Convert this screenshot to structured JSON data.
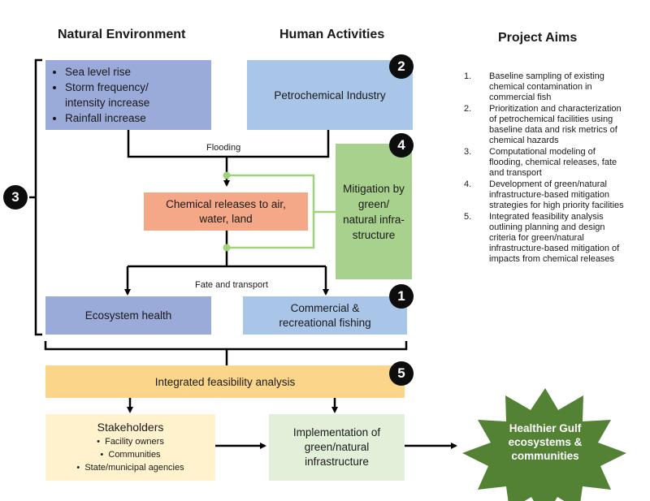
{
  "headers": {
    "natural_environment": "Natural Environment",
    "human_activities": "Human Activities",
    "project_aims": "Project Aims"
  },
  "natural_box": {
    "items": [
      "Sea level rise",
      "Storm frequency/ intensity increase",
      "Rainfall increase"
    ]
  },
  "petrochemical_box": "Petrochemical Industry",
  "flooding_label": "Flooding",
  "chemical_releases_box": "Chemical releases to air, water, land",
  "mitigation_box": "Mitigation by green/ natural infra-structure",
  "fate_label": "Fate and transport",
  "ecosystem_box": "Ecosystem health",
  "fishing_box": "Commercial & recreational fishing",
  "feasibility_box": "Integrated feasibility analysis",
  "stakeholders": {
    "title": "Stakeholders",
    "items": [
      "Facility owners",
      "Communities",
      "State/municipal agencies"
    ]
  },
  "implementation_box": "Implementation of green/natural infrastructure",
  "outcome_star": "Healthier Gulf ecosystems & communities",
  "badges": {
    "b1": "1",
    "b2": "2",
    "b3": "3",
    "b4": "4",
    "b5": "5"
  },
  "aims": [
    {
      "num": "1.",
      "text": "Baseline sampling of existing chemical contamination in commercial fish"
    },
    {
      "num": "2.",
      "text": "Prioritization and characterization of petrochemical facilities using baseline data and risk metrics of chemical hazards"
    },
    {
      "num": "3.",
      "text": "Computational modeling of flooding, chemical releases, fate and transport"
    },
    {
      "num": "4.",
      "text": "Development of green/natural infrastructure-based mitigation strategies for high priority facilities"
    },
    {
      "num": "5.",
      "text": "Integrated feasibility analysis outlining planning and design criteria for green/natural infrastructure-based mitigation of impacts from chemical releases"
    }
  ],
  "colors": {
    "natural": "#9aaad9",
    "human": "#a9c5e8",
    "chemical": "#f5a888",
    "mitigation": "#a9d18e",
    "mitigation_line": "#9fd27a",
    "feasibility": "#fbd58a",
    "stakeholders": "#fff2cc",
    "implementation": "#e2efd9",
    "star": "#548235"
  }
}
